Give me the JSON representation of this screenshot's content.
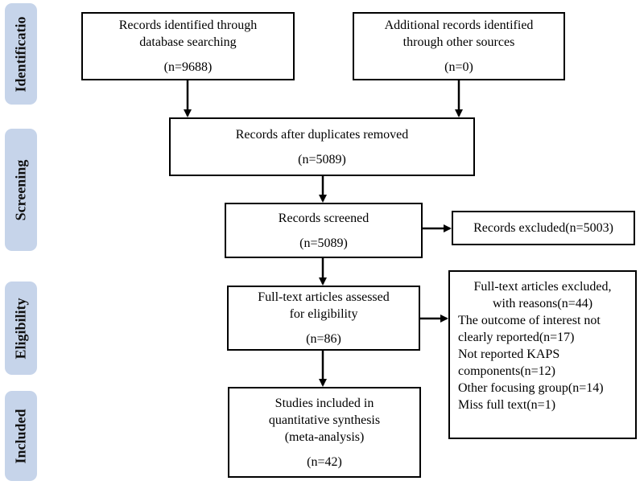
{
  "phases": {
    "identification": "Identificatio",
    "screening": "Screening",
    "eligibility": "Eligibility",
    "included": "Included"
  },
  "boxes": {
    "database_search": {
      "line1": "Records identified through",
      "line2": "database searching",
      "count": "(n=9688)"
    },
    "other_sources": {
      "line1": "Additional records identified",
      "line2": "through other sources",
      "count": "(n=0)"
    },
    "duplicates_removed": {
      "line1": "Records after duplicates removed",
      "count": "(n=5089)"
    },
    "screened": {
      "line1": "Records screened",
      "count": "(n=5089)"
    },
    "excluded": {
      "line1": "Records excluded(n=5003)"
    },
    "fulltext_assessed": {
      "line1": "Full-text articles  assessed",
      "line2": "for eligibility",
      "count": "(n=86)"
    },
    "fulltext_excluded": {
      "head1": "Full-text articles  excluded,",
      "head2": "with reasons(n=44)",
      "reasons": [
        "The outcome of interest not",
        "clearly reported(n=17)",
        "Not reported KAPS",
        "components(n=12)",
        "Other focusing group(n=14)",
        "Miss full text(n=1)"
      ]
    },
    "included": {
      "line1": "Studies included in",
      "line2": "quantitative synthesis",
      "line3": "(meta-analysis)",
      "count": "(n=42)"
    }
  },
  "colors": {
    "phase_fill": "#c6d4ea",
    "stroke": "#000000"
  }
}
